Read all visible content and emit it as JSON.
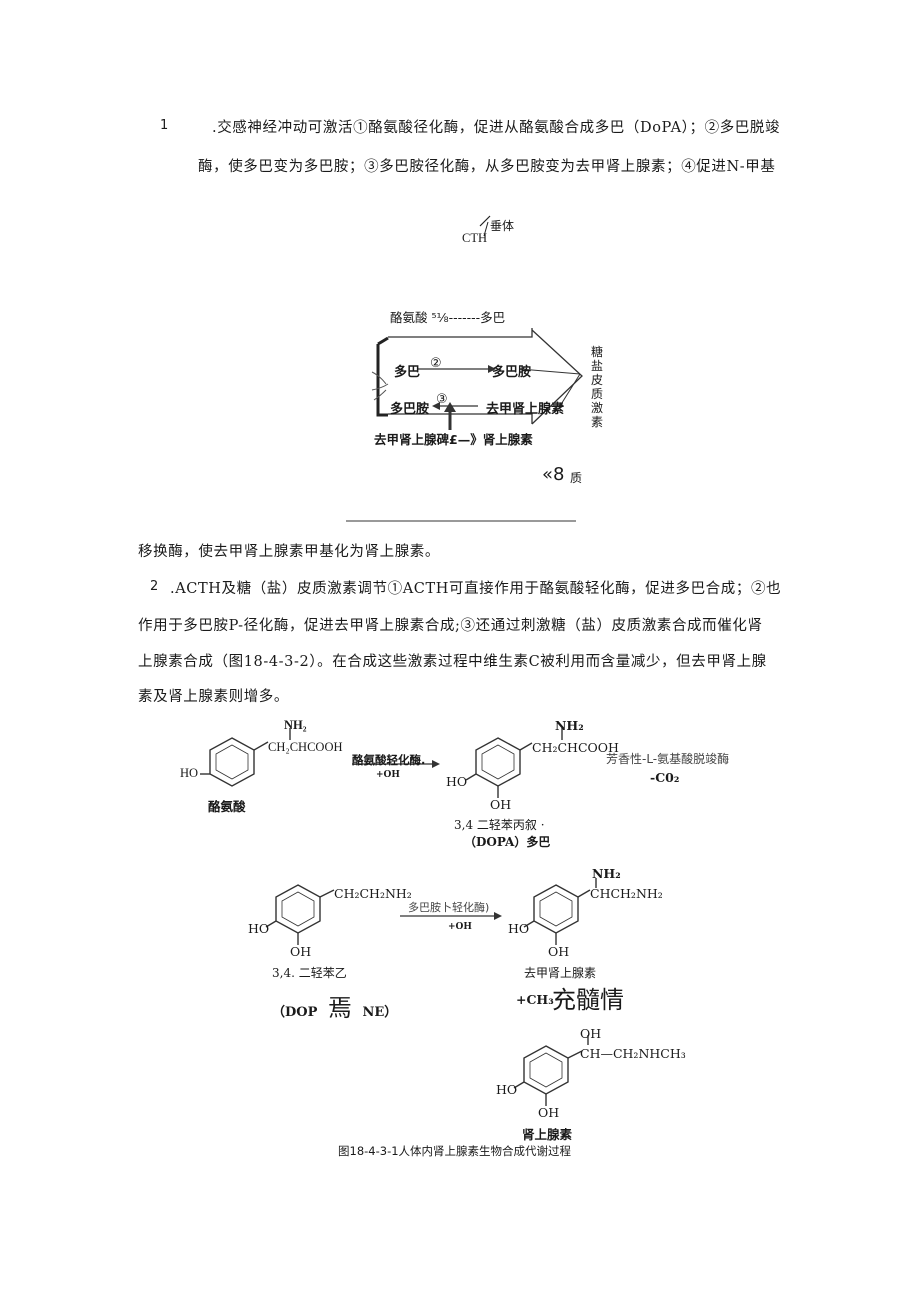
{
  "para1": {
    "num": "1",
    "line1": ".交感神经冲动可激活①酪氨酸径化酶，促进从酪氨酸合成多巴（DoPA）；②多巴脱竣",
    "line2": "酶，使多巴变为多巴胺；③多巴胺径化酶，从多巴胺变为去甲肾上腺素；④促进N-甲基"
  },
  "diagram1": {
    "cth": "CTH",
    "pituitary": "垂体",
    "top_line": "酪氨酸 ⁵⅛-------多巴",
    "dopa": "多巴",
    "dopamine": "多巴胺",
    "step2": "②",
    "step3": "③",
    "norepi": "去甲肾上腺素",
    "right_label": [
      "糖",
      "盐",
      "皮",
      "质",
      "激",
      "素"
    ],
    "bottom_line": "去甲肾上腺碑£—》肾上腺素",
    "corner": "«8",
    "corner2": "质"
  },
  "para1_cont": "移换酶，使去甲肾上腺素甲基化为肾上腺素。",
  "para2": {
    "num": "2",
    "line1": ".ACTH及糖（盐）皮质激素调节①ACTH可直接作用于酪氨酸轻化酶，促进多巴合成；②也",
    "line2": "作用于多巴胺P-径化酶，促进去甲肾上腺素合成;③还通过刺激糖（盐）皮质激素合成而催化肾",
    "line3": "上腺素合成（图18-4-3-2）。在合成这些激素过程中维生素C被利用而含量减少，但去甲肾上腺",
    "line4": "素及肾上腺素则增多。"
  },
  "figure": {
    "tyrosine_name": "酪氨酸",
    "tyrosine_sub": "CH₂CHCOOH",
    "nh2": "NH₂",
    "ho": "HO",
    "oh": "OH",
    "enzyme1": "酪氨酸轻化酶.",
    "enzyme1_sub": "+OH",
    "dopa_sub": "CH₂CHCOOH",
    "enzyme2": "芳香性-L-氨基酸脱竣酶",
    "enzyme2_sub": "-C0₂",
    "dopa_name1": "3,4 二轻苯丙叙 ·",
    "dopa_name2": "（DOPA）多巴",
    "dopamine_sub": "CH₂CH₂NH₂",
    "enzyme3": "多巴胺卜轻化酶)",
    "enzyme3_sub": "+OH",
    "ne_sub": "CHCH₂NH₂",
    "dopamine_name1": "3,4. 二轻苯乙",
    "dopamine_name2a": "（DOP",
    "dopamine_name2b": "焉",
    "dopamine_name2c": "NE）",
    "ne_name": "去甲肾上腺素",
    "methyl": "+CH₃",
    "methyl_big": "充髓情",
    "epi_sub": "CH—CH₂NHCH₃",
    "epi_name": "肾上腺素",
    "caption": "图18-4-3-1人体内肾上腺素生物合成代谢过程"
  }
}
